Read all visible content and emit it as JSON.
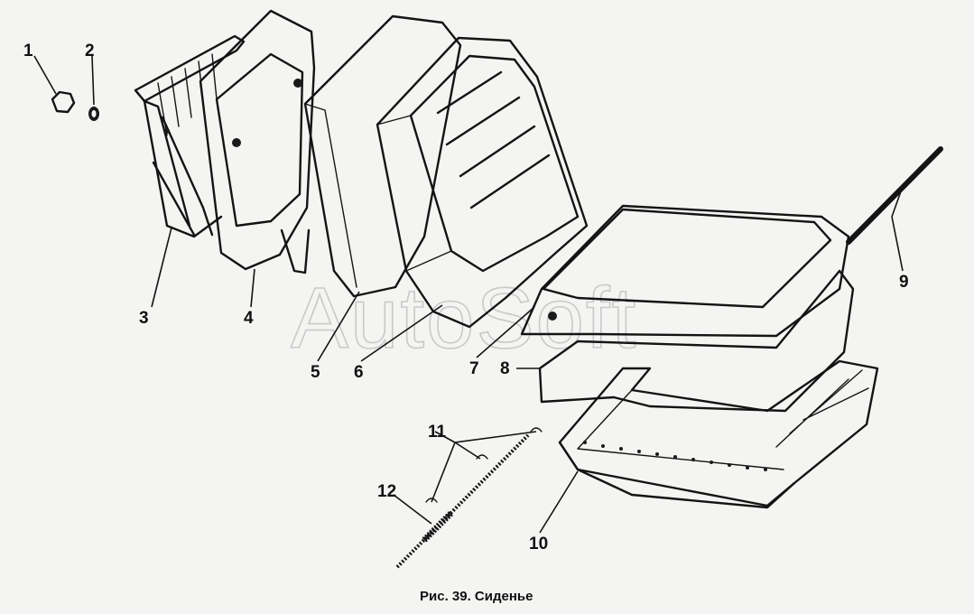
{
  "caption": "Рис. 39. Сиденье",
  "watermark": "AutoSoft",
  "callouts": [
    {
      "id": "1",
      "text": "1"
    },
    {
      "id": "2",
      "text": "2"
    },
    {
      "id": "3",
      "text": "3"
    },
    {
      "id": "4",
      "text": "4"
    },
    {
      "id": "5",
      "text": "5"
    },
    {
      "id": "6",
      "text": "6"
    },
    {
      "id": "7",
      "text": "7"
    },
    {
      "id": "8",
      "text": "8"
    },
    {
      "id": "9",
      "text": "9"
    },
    {
      "id": "10",
      "text": "10"
    },
    {
      "id": "11",
      "text": "11"
    },
    {
      "id": "12",
      "text": "12"
    }
  ],
  "colors": {
    "ink": "#141414",
    "paper": "#f4f4f2",
    "foam": "#5a5a5a",
    "watermark": "#c9c9c9"
  }
}
